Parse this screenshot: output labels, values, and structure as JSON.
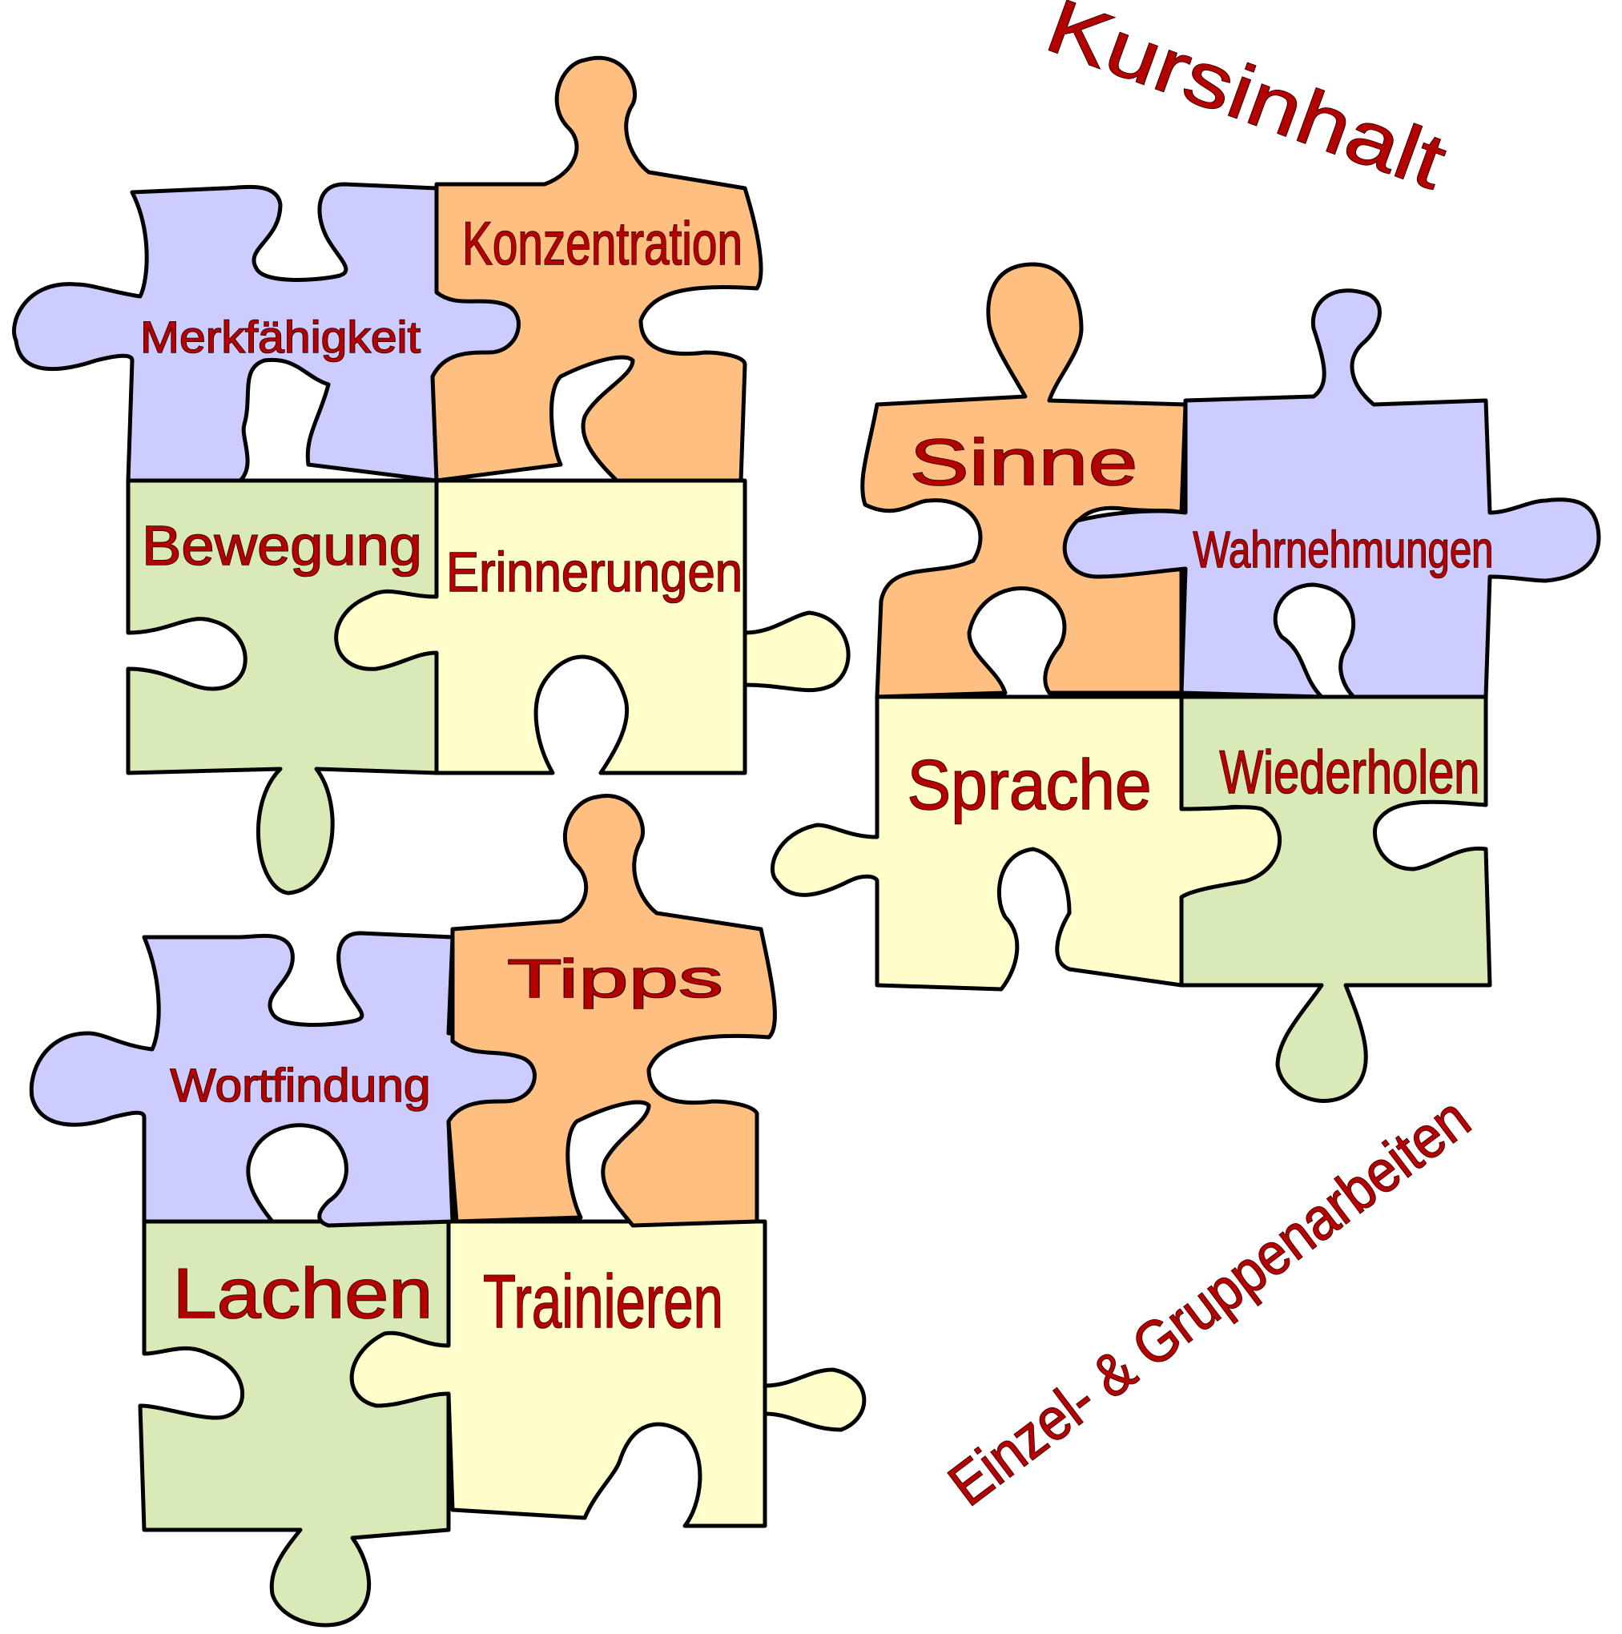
{
  "title": "Kursinhalt",
  "subtitle": "Einzel- & Gruppenarbeiten",
  "colors": {
    "purple": "#ccccff",
    "orange": "#ffbf80",
    "green": "#d9eab6",
    "yellow": "#ffffcc",
    "text": "#b30000",
    "outline": "#000000"
  },
  "clusters": [
    {
      "name": "cluster-top-left",
      "pieces": [
        {
          "label": "Merkfähigkeit",
          "color": "purple"
        },
        {
          "label": "Konzentration",
          "color": "orange"
        },
        {
          "label": "Bewegung",
          "color": "green"
        },
        {
          "label": "Erinnerungen",
          "color": "yellow"
        }
      ]
    },
    {
      "name": "cluster-right",
      "pieces": [
        {
          "label": "Sinne",
          "color": "orange"
        },
        {
          "label": "Wahrnehmungen",
          "color": "purple"
        },
        {
          "label": "Sprache",
          "color": "yellow"
        },
        {
          "label": "Wiederholen",
          "color": "green"
        }
      ]
    },
    {
      "name": "cluster-bottom-left",
      "pieces": [
        {
          "label": "Wortfindung",
          "color": "purple"
        },
        {
          "label": "Tipps",
          "color": "orange"
        },
        {
          "label": "Lachen",
          "color": "green"
        },
        {
          "label": "Trainieren",
          "color": "yellow"
        }
      ]
    }
  ]
}
